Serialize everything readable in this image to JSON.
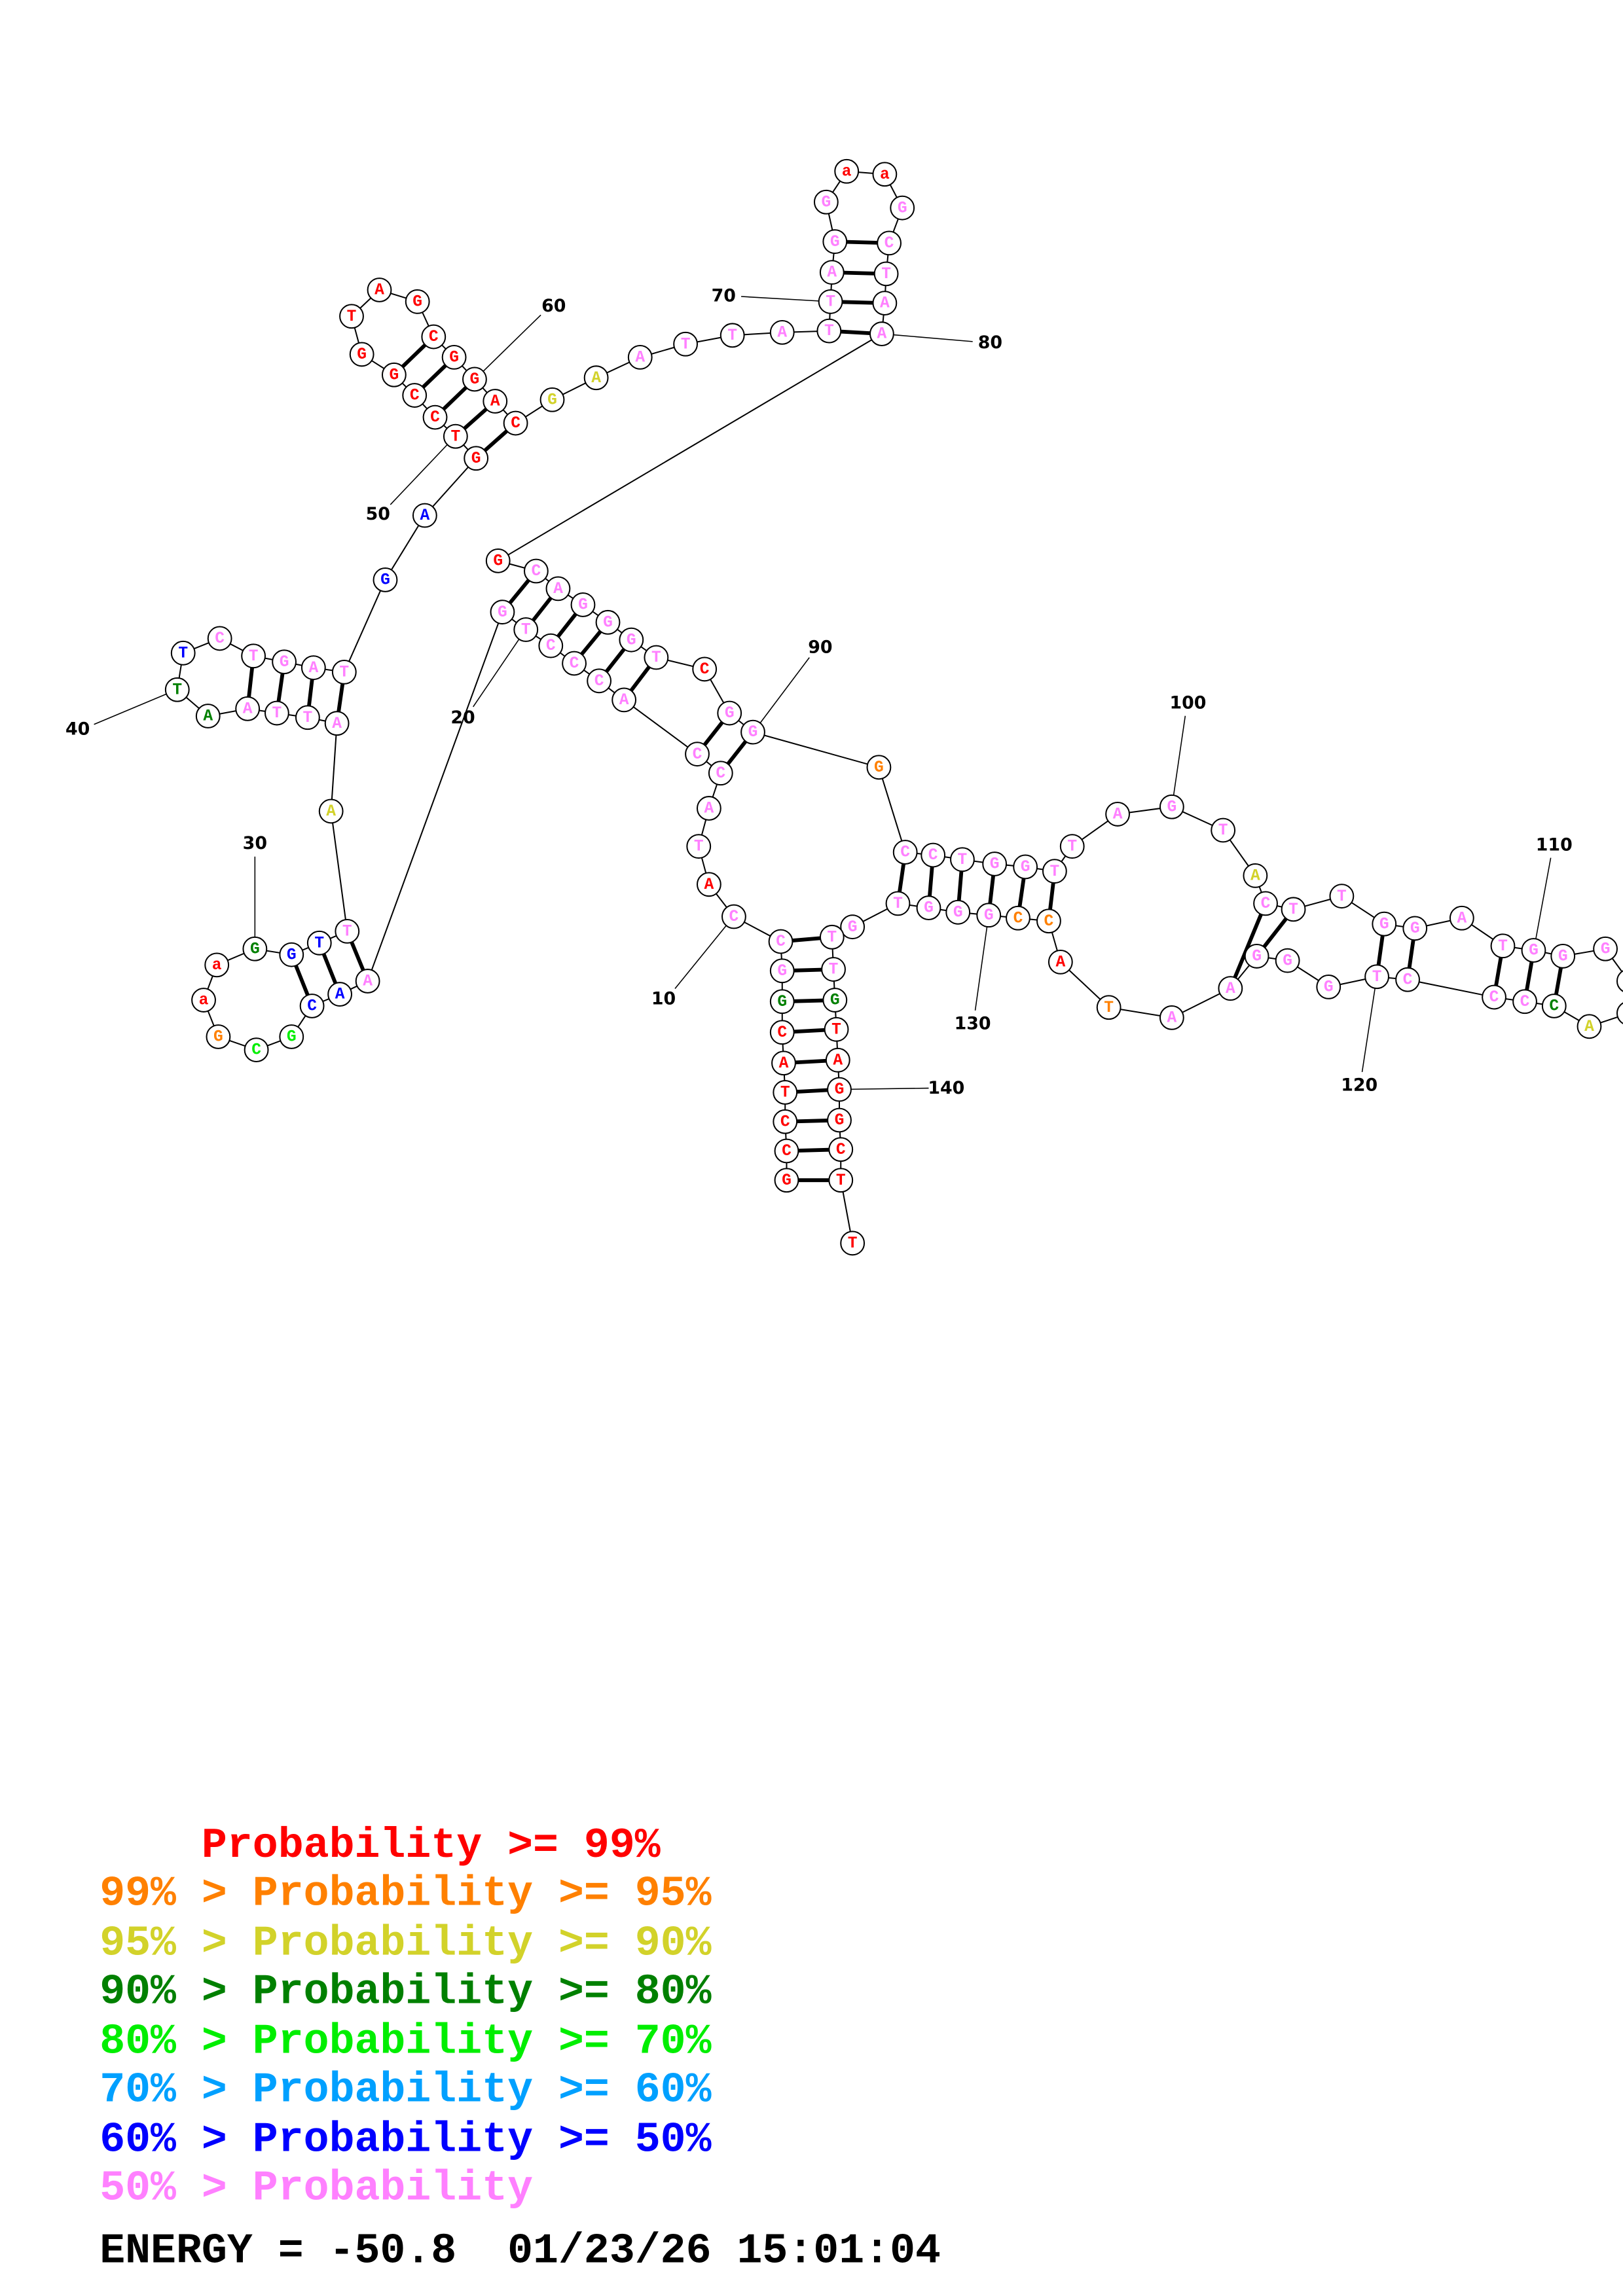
{
  "structure": {
    "sequence": "GCCTACGGCCATACCACCCTGAACGCGaaGGTTAATTAATTCTGATGAGTCCGGTAGCGGACGAATTATTAGGaaGCTAAGCAGGGTCGGGCCTGGTTAGTACTTGGATGGGGGACCCCTGGGAATACCGGGTGTTGTAGGCTT",
    "probability_class": "RRRRRRDPPPRPPPPPPPPPPPBBGGORRDBBPYPPPPDDBPPPPPBBRRRRRRRRRRRRRRYYPPPPPPPPPRRPPPPPRPPPPPPRPPOPPPPPPPPPPYPPPPPPPPPPYYYDPPPPPPPPPOROOPPPPPPPDRRRRRRRR",
    "pairs": [
      [
        1,
        143
      ],
      [
        2,
        142
      ],
      [
        3,
        141
      ],
      [
        4,
        140
      ],
      [
        5,
        139
      ],
      [
        6,
        138
      ],
      [
        7,
        137
      ],
      [
        8,
        136
      ],
      [
        9,
        135
      ],
      [
        14,
        90
      ],
      [
        15,
        89
      ],
      [
        16,
        87
      ],
      [
        17,
        86
      ],
      [
        18,
        85
      ],
      [
        19,
        84
      ],
      [
        20,
        83
      ],
      [
        21,
        82
      ],
      [
        22,
        33
      ],
      [
        23,
        32
      ],
      [
        24,
        31
      ],
      [
        35,
        46
      ],
      [
        36,
        45
      ],
      [
        37,
        44
      ],
      [
        38,
        43
      ],
      [
        49,
        62
      ],
      [
        50,
        61
      ],
      [
        51,
        60
      ],
      [
        52,
        59
      ],
      [
        53,
        58
      ],
      [
        69,
        80
      ],
      [
        70,
        79
      ],
      [
        71,
        78
      ],
      [
        72,
        77
      ],
      [
        92,
        133
      ],
      [
        93,
        132
      ],
      [
        94,
        131
      ],
      [
        95,
        130
      ],
      [
        96,
        129
      ],
      [
        97,
        128
      ],
      [
        103,
        124
      ],
      [
        104,
        123
      ],
      [
        106,
        120
      ],
      [
        107,
        119
      ],
      [
        109,
        118
      ],
      [
        110,
        117
      ],
      [
        111,
        116
      ]
    ],
    "position_labels": [
      10,
      20,
      30,
      40,
      50,
      60,
      70,
      80,
      90,
      100,
      110,
      120,
      130,
      140
    ]
  },
  "colors": {
    "R": "#ff0000",
    "O": "#ff8000",
    "Y": "#d2d22a",
    "D": "#008000",
    "G": "#00ee00",
    "L": "#00a0ff",
    "B": "#0000ff",
    "P": "#ff80ff"
  },
  "legend": [
    {
      "text": "    Probability >= 99%",
      "color": "#ff0000"
    },
    {
      "text": "99% > Probability >= 95%",
      "color": "#ff8000"
    },
    {
      "text": "95% > Probability >= 90%",
      "color": "#d2d22a"
    },
    {
      "text": "90% > Probability >= 80%",
      "color": "#008000"
    },
    {
      "text": "80% > Probability >= 70%",
      "color": "#00ee00"
    },
    {
      "text": "70% > Probability >= 60%",
      "color": "#00a0ff"
    },
    {
      "text": "60% > Probability >= 50%",
      "color": "#0000ff"
    },
    {
      "text": "50% > Probability",
      "color": "#ff80ff"
    }
  ],
  "footer": {
    "energy_text": "ENERGY = -50.8  01/23/26 15:01:04"
  }
}
